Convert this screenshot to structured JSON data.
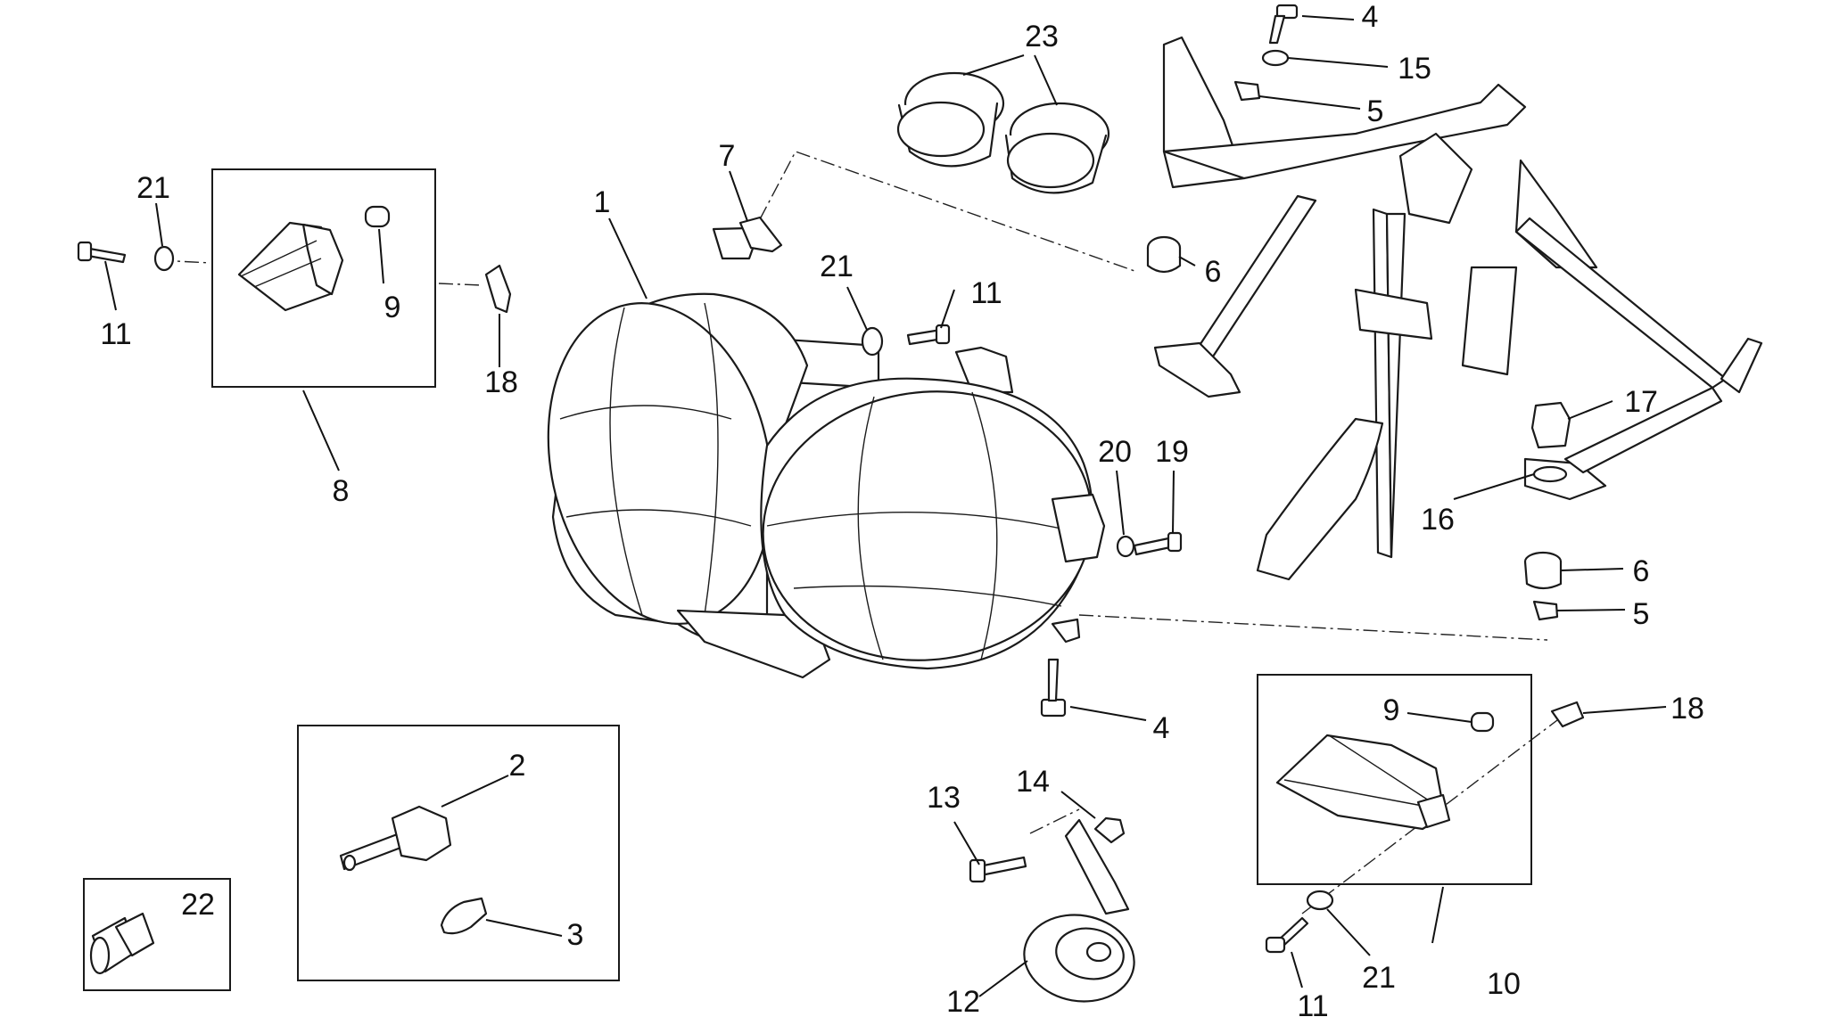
{
  "diagram": {
    "labels": [
      "1",
      "2",
      "3",
      "4",
      "4",
      "5",
      "5",
      "6",
      "6",
      "7",
      "8",
      "9",
      "9",
      "10",
      "11",
      "11",
      "11",
      "12",
      "13",
      "14",
      "15",
      "16",
      "17",
      "18",
      "18",
      "19",
      "20",
      "21",
      "21",
      "21",
      "22",
      "23"
    ],
    "line_color": "#1a1a1a",
    "background": "#ffffff"
  }
}
